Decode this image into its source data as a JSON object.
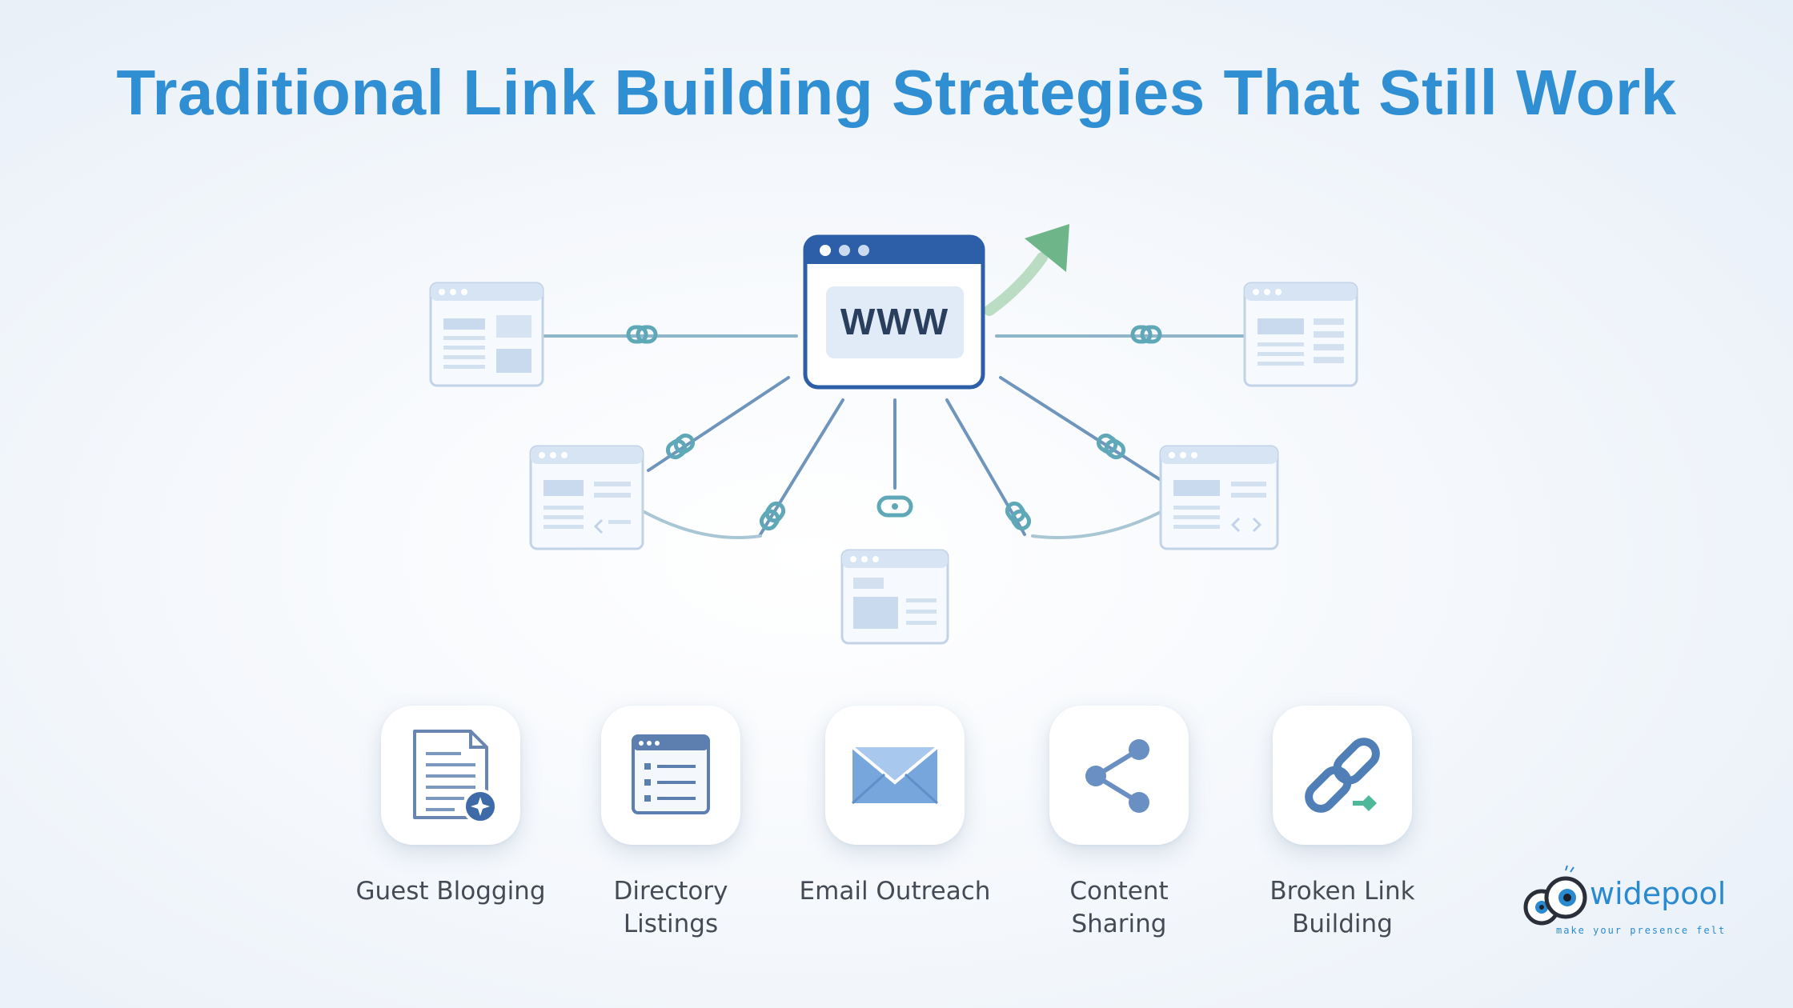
{
  "title": "Traditional Link Building Strategies That Still Work",
  "hub": {
    "label": "WWW"
  },
  "strategies": [
    {
      "label_line1": "Guest Blogging",
      "label_line2": "",
      "icon": "document-icon"
    },
    {
      "label_line1": "Directory",
      "label_line2": "Listings",
      "icon": "directory-list-icon"
    },
    {
      "label_line1": "Email Outreach",
      "label_line2": "",
      "icon": "envelope-icon"
    },
    {
      "label_line1": "Content",
      "label_line2": "Sharing",
      "icon": "share-icon"
    },
    {
      "label_line1": "Broken Link",
      "label_line2": "Building",
      "icon": "broken-link-icon"
    }
  ],
  "brand": {
    "name": "widepool",
    "tagline": "make your presence felt"
  },
  "colors": {
    "title": "#2f8fd2",
    "hub_border": "#2d5fa8",
    "link_teal": "#5fa8b8",
    "arrow_green": "#7cbf8f",
    "page_outline": "#b7c9e2"
  }
}
